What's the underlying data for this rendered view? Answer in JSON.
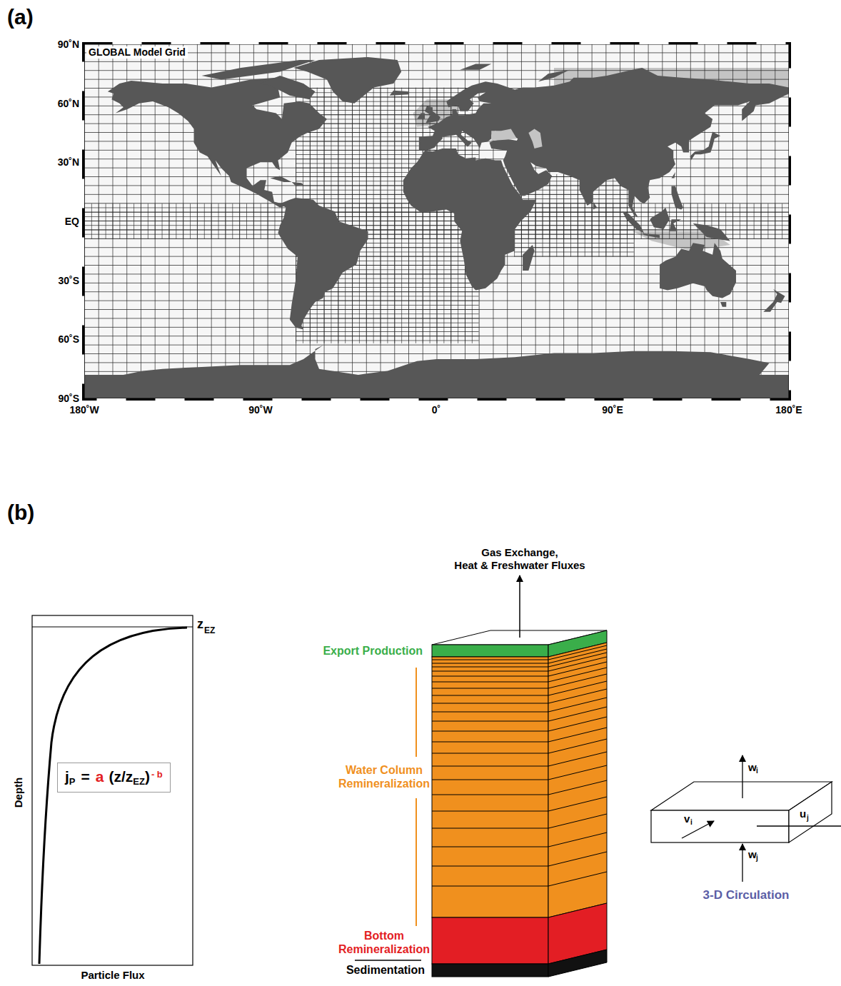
{
  "diagram": {
    "nodes": [
      {
        "text": [
          "j",
          "P",
          "=",
          "a",
          "(z/z",
          "EZ",
          ")",
          "- b"
        ]
      }
    ],
    "labels": [
      "(a)",
      "GLOBAL Model Grid",
      "90˚N",
      "60˚N",
      "30˚N",
      "EQ",
      "30˚S",
      "60˚S",
      "90˚S",
      "180˚W",
      "90˚W",
      "0˚",
      "90˚E",
      "180˚E",
      "(b)",
      "z",
      "EZ",
      "Depth",
      "Particle Flux",
      "Gas Exchange, Heat & Freshwater Fluxes",
      "Export Production",
      "Water Column Remineralization",
      "Bottom Remineralization",
      "Sedimentation",
      "w",
      "i",
      "v",
      "i",
      "u",
      "j",
      "w",
      "j",
      "3-D Circulation"
    ]
  }
}
